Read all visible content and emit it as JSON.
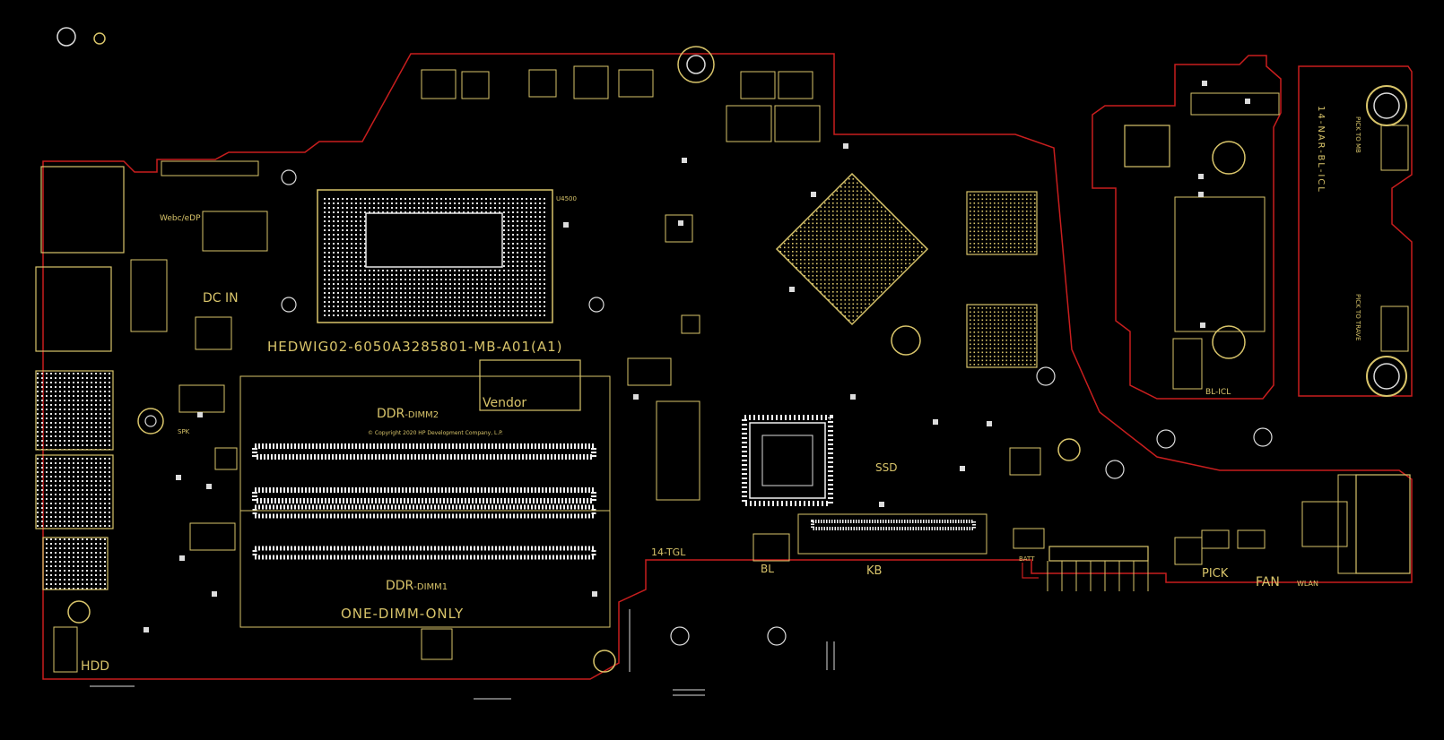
{
  "board": {
    "outline_color": "#c81e1e",
    "silk_color": "#d8c46a",
    "pad_color": "#f2f2f2",
    "background_color": "#000000",
    "part_number": "HEDWIG02-6050A3285801-MB-A01(A1)",
    "copyright": "© Copyright 2020 HP Development Company, L.P."
  },
  "labels": {
    "dc_in": "DC IN",
    "webcam_edp": "Webc/eDP",
    "vendor": "Vendor",
    "ddr_dimm2_prefix": "DDR",
    "ddr_dimm2_suffix": "-DIMM2",
    "ddr_dimm1_prefix": "DDR",
    "ddr_dimm1_suffix": "-DIMM1",
    "one_dimm_only": "ONE-DIMM-ONLY",
    "ssd": "SSD",
    "tgl": "14-TGL",
    "bl": "BL",
    "kb": "KB",
    "batt": "BATT",
    "pick": "PICK",
    "fan": "FAN",
    "wlan": "WLAN",
    "hdd": "HDD",
    "spk": "SPK",
    "bl_icl": "BL-ICL",
    "side_board_title": "14-NAR-BL-ICL",
    "pick_to_mb_top": "PICK TO MB",
    "pick_to_mb_bottom": "PICK TO TRAVE"
  }
}
